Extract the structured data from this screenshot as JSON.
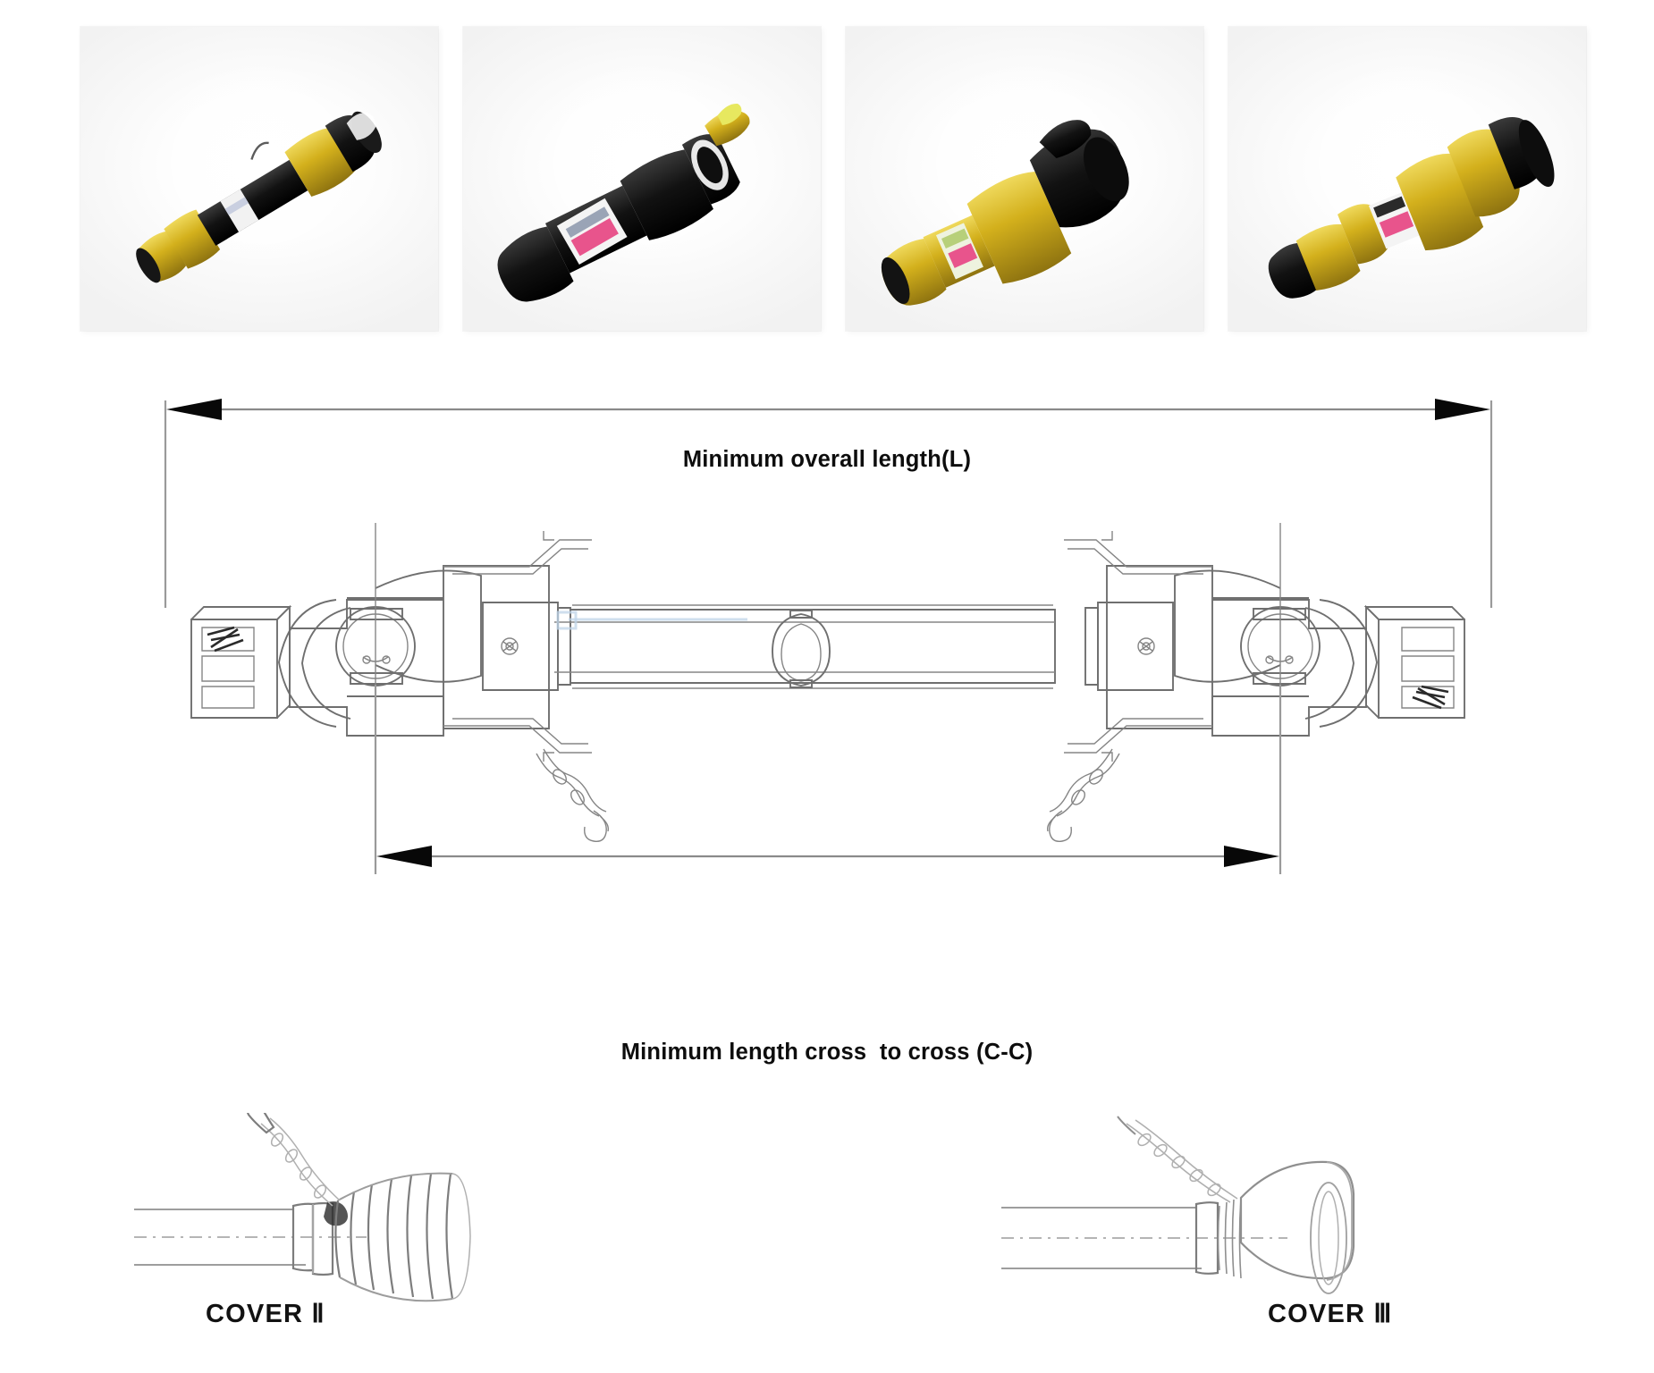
{
  "page": {
    "background_color": "#ffffff",
    "line_color": "#6f6f6f",
    "text_color": "#0d0d0d"
  },
  "photos": {
    "panel_background": "#f6f6f6",
    "items": [
      {
        "name": "pto-shaft-full-view",
        "description": "Complete PTO drive shaft with yellow plastic guard cones and black tube guard, angled view",
        "colors": {
          "guard": "#d9b619",
          "tube": "#141414",
          "label": "#ffffff"
        }
      },
      {
        "name": "pto-shaft-black-guard-view",
        "description": "PTO drive shaft with black tube guard and yoke, product label visible",
        "colors": {
          "guard": "#d9b619",
          "tube": "#141414",
          "label": "#e8548c"
        }
      },
      {
        "name": "pto-shaft-yellow-cone-view",
        "description": "PTO drive shaft yellow cone guard with black guard tube end",
        "colors": {
          "guard": "#d4b41c",
          "tube": "#121212",
          "label": "#d3e39a"
        }
      },
      {
        "name": "pto-shaft-cone-pair-view",
        "description": "Two yellow cone guards with black end caps and pink label",
        "colors": {
          "guard": "#e3c523",
          "tube": "#141414",
          "label": "#e86a9a"
        }
      }
    ]
  },
  "diagram": {
    "title_overall": "Minimum overall length(L)",
    "title_cross": "Minimum length cross  to cross (C-C)",
    "dimension_overall": {
      "symbol": "L",
      "arrow_style": "filled-triangle"
    },
    "dimension_cross": {
      "symbol": "C-C",
      "arrow_style": "filled-triangle"
    },
    "parts": [
      "yoke-left",
      "cross-joint-left",
      "guard-cone-left",
      "inner-tube",
      "outer-tube",
      "lemon-profile-section",
      "guard-cone-right",
      "cross-joint-right",
      "yoke-right",
      "retaining-chain-left",
      "retaining-chain-right"
    ]
  },
  "covers": [
    {
      "id": "cover-2",
      "caption": "COVER Ⅱ",
      "description": "Ribbed bellows style guard cone with retaining chain"
    },
    {
      "id": "cover-3",
      "caption": "COVER Ⅲ",
      "description": "Smooth bell shaped guard cone with retaining chain"
    }
  ],
  "watermark": {
    "text": "",
    "subtext": ""
  }
}
